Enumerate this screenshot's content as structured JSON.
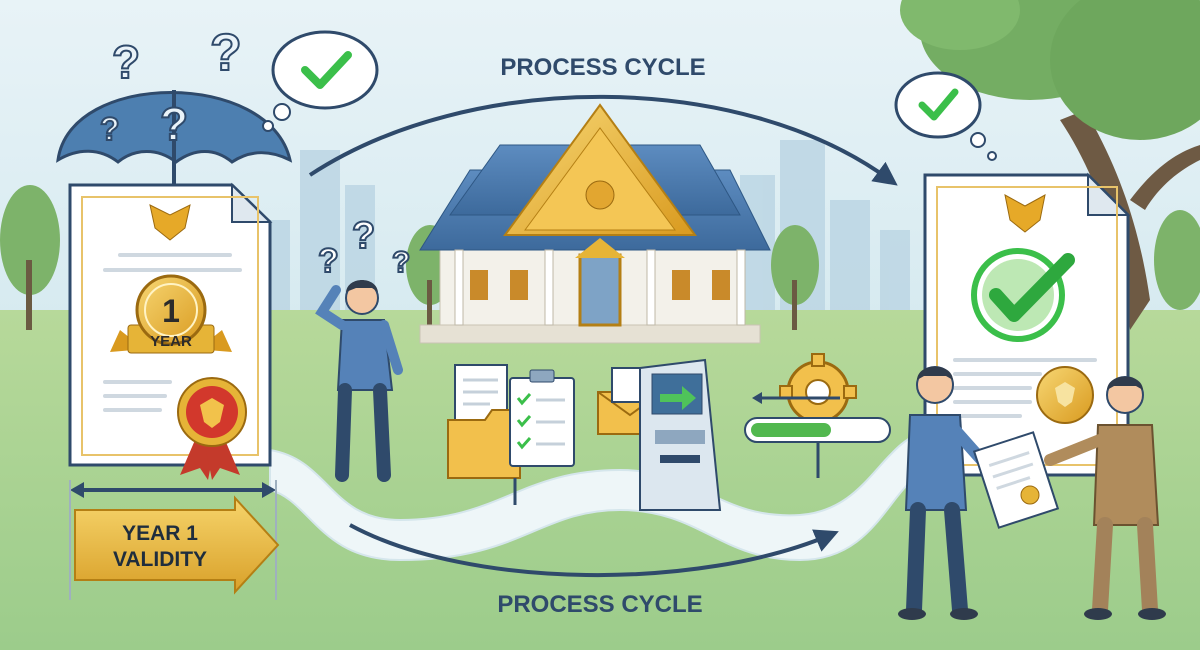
{
  "labels": {
    "process_top": "PROCESS CYCLE",
    "process_bottom": "PROCESS CYCLE",
    "badge_number": "1",
    "badge_word": "YEAR",
    "validity_line1": "YEAR 1",
    "validity_line2": "VALIDITY"
  },
  "icons": {
    "question": "?",
    "check": "✔"
  },
  "colors": {
    "sky": "#dcecf4",
    "grass": "#a9d08f",
    "path": "#eef5f7",
    "navy": "#2f4a6b",
    "gold": "#e6b437",
    "green_check": "#3bbf4a",
    "seal_red": "#d2382c"
  }
}
